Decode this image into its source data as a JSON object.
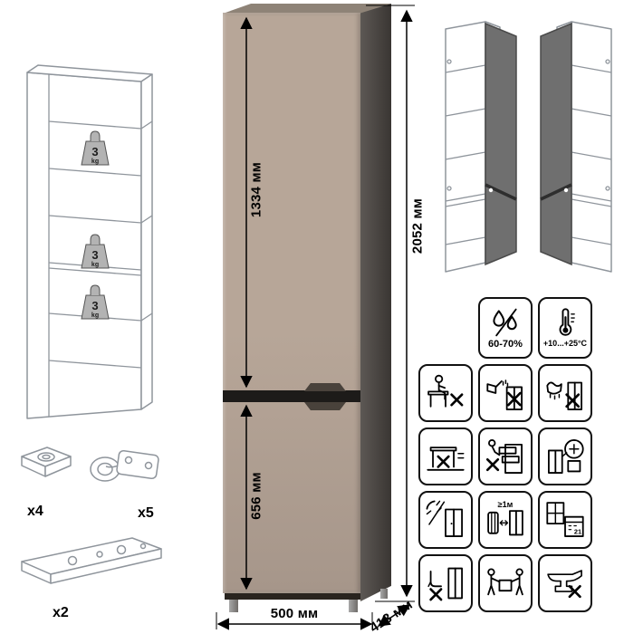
{
  "dimensions": {
    "upper_section_height": "1334 мм",
    "lower_section_height": "656 мм",
    "total_height": "2052 мм",
    "width": "500 мм",
    "depth": "413 мм"
  },
  "shelf_load": {
    "value": "3",
    "unit": "kg"
  },
  "hardware": {
    "foot_count": "x4",
    "hinge_count": "x5",
    "plinth_count": "x2"
  },
  "climate": {
    "humidity_range": "60-70%",
    "temperature_range": "+10...+25°С"
  },
  "care": {
    "heater_distance": "≥1м",
    "acclimatization_days": "21"
  },
  "colors": {
    "front": "#b7a698",
    "front-dark": "#a6968a",
    "top-face": "#8e8377",
    "side-face": "#4a4541",
    "gap": "#1d1b19",
    "line-grey": "#8f959c"
  }
}
